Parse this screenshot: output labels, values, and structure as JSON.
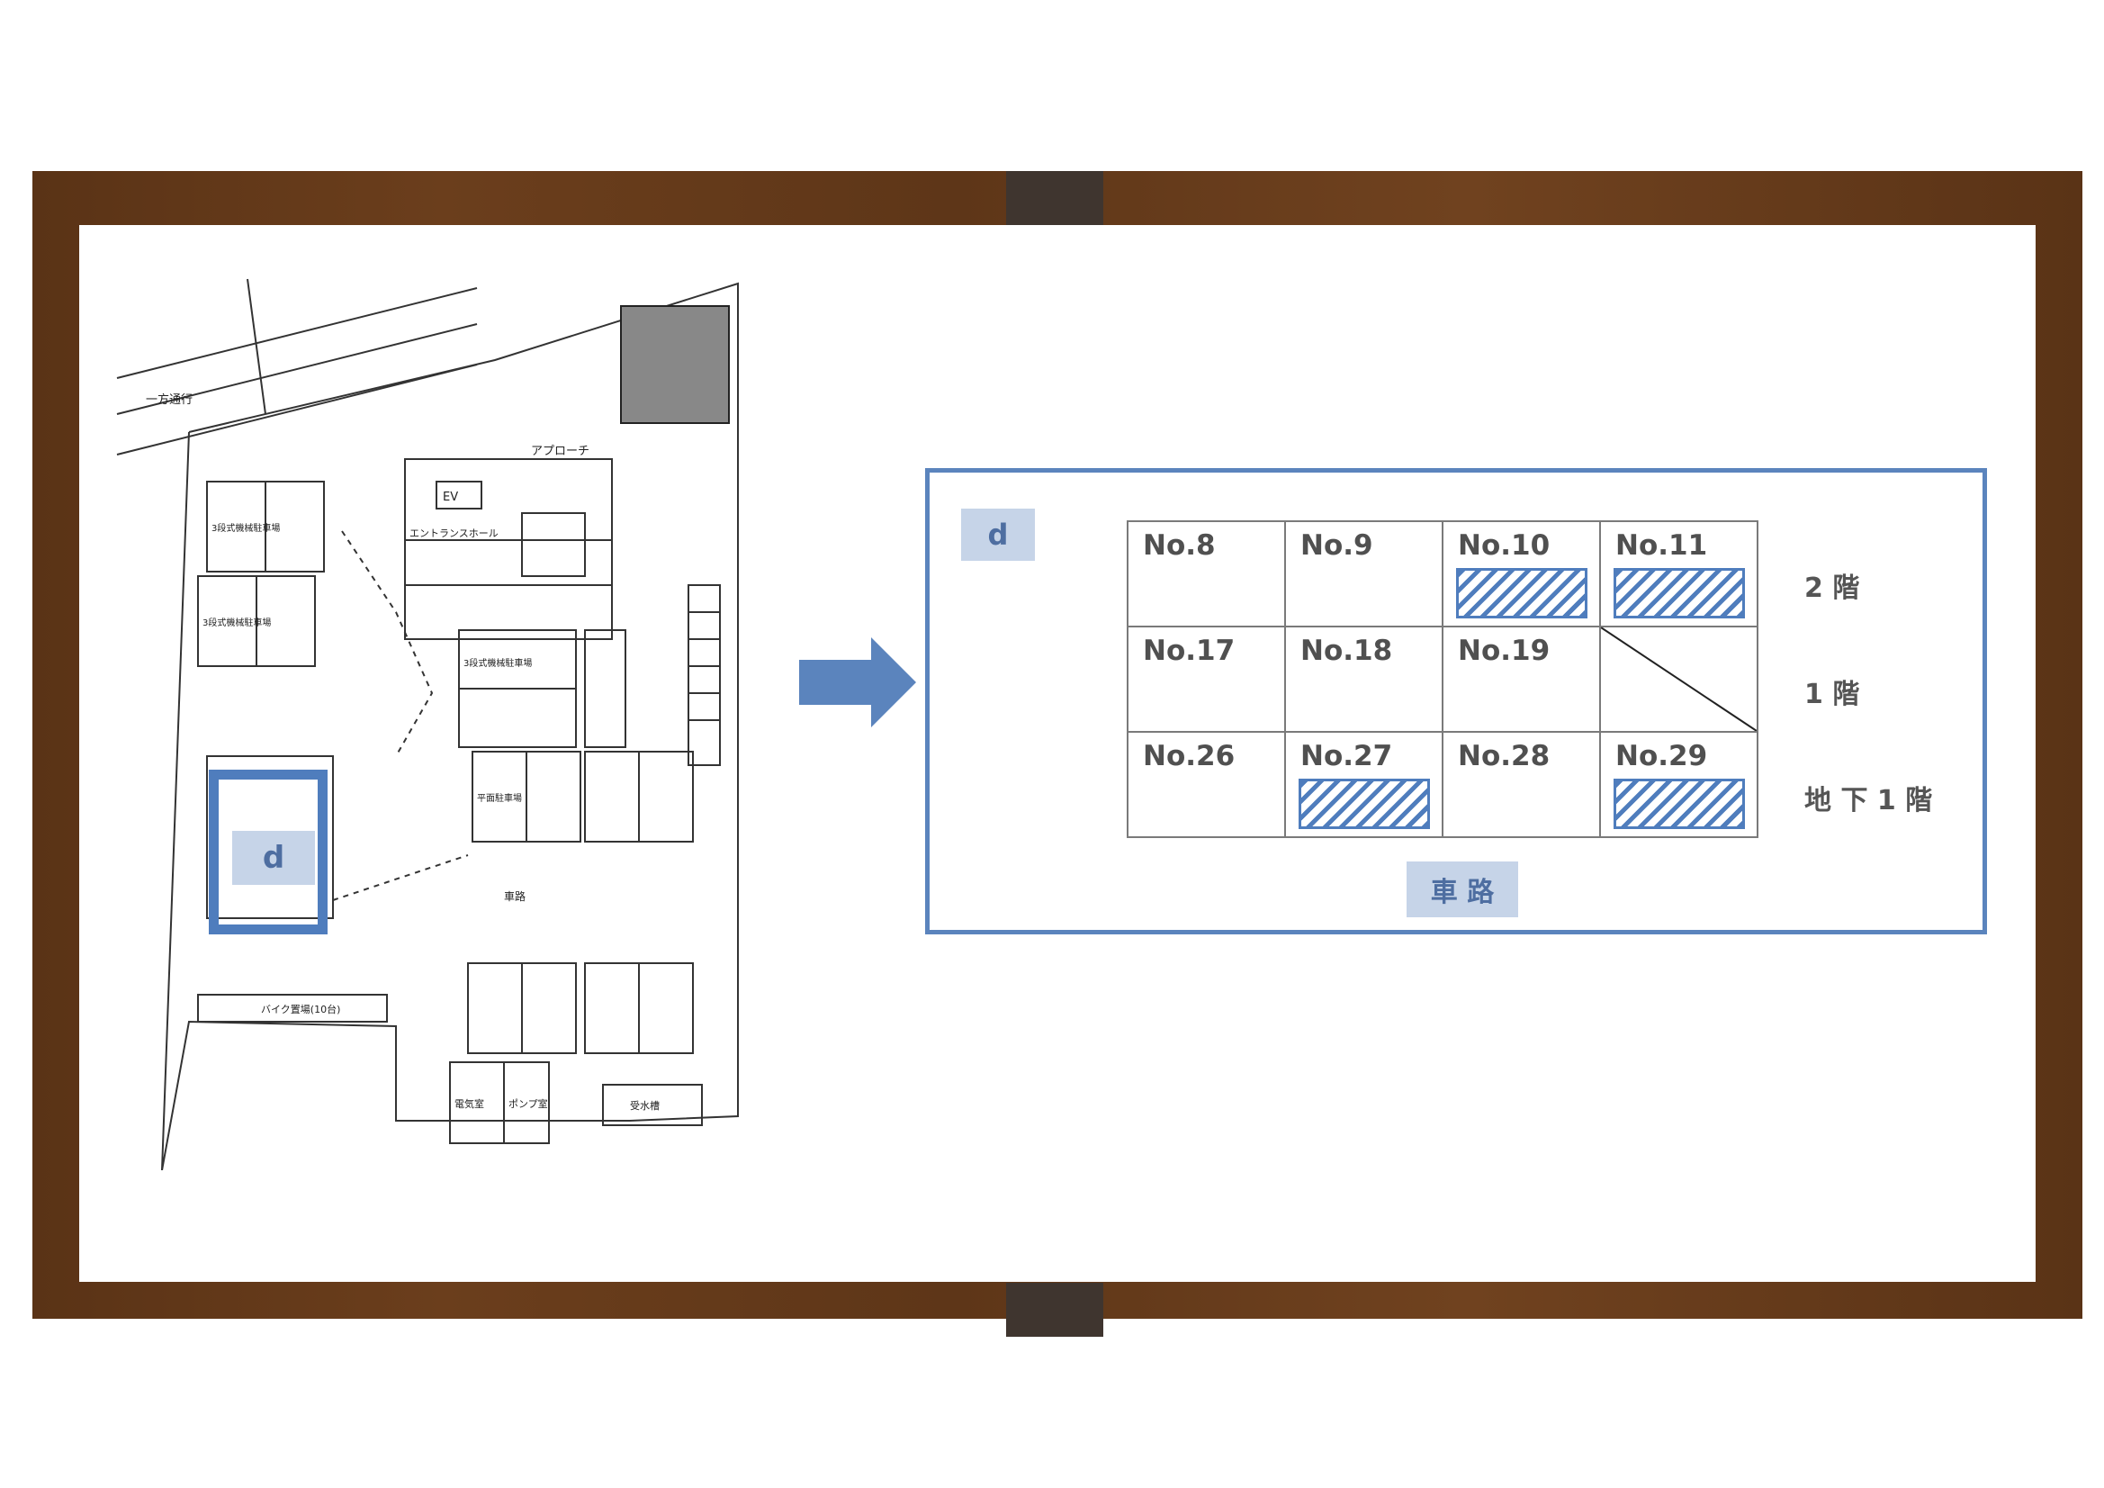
{
  "diagram": {
    "zone_label": "d",
    "grid_rows": [
      {
        "floor": "2 階",
        "cells": [
          {
            "label": "No.8",
            "hatched": false
          },
          {
            "label": "No.9",
            "hatched": false
          },
          {
            "label": "No.10",
            "hatched": true
          },
          {
            "label": "No.11",
            "hatched": true
          }
        ]
      },
      {
        "floor": "1 階",
        "cells": [
          {
            "label": "No.17",
            "hatched": false
          },
          {
            "label": "No.18",
            "hatched": false
          },
          {
            "label": "No.19",
            "hatched": false
          },
          {
            "label": "",
            "hatched": false,
            "empty": true
          }
        ]
      },
      {
        "floor": "地 下 1 階",
        "cells": [
          {
            "label": "No.26",
            "hatched": false
          },
          {
            "label": "No.27",
            "hatched": true
          },
          {
            "label": "No.28",
            "hatched": false
          },
          {
            "label": "No.29",
            "hatched": true
          }
        ]
      }
    ],
    "road_label": "車 路",
    "plan_labels": {
      "one_way": "一方通行",
      "approach": "アプローチ",
      "entrance_hall": "エントランスホール",
      "ev": "EV",
      "bike": "バイク置場(10台)",
      "electric_room": "電気室",
      "pump_room": "ポンプ室",
      "water_tank": "受水槽",
      "mech_parking_a": "3段式機械駐車場",
      "mech_parking_b": "3段式機械駐車場",
      "mech_parking_c": "3段式機械駐車場",
      "flat_parking": "平面駐車場",
      "car_path": "車路"
    },
    "colors": {
      "accent": "#4f7dbd",
      "tag_bg": "#c6d4e8",
      "frame": "#5e3618"
    }
  }
}
